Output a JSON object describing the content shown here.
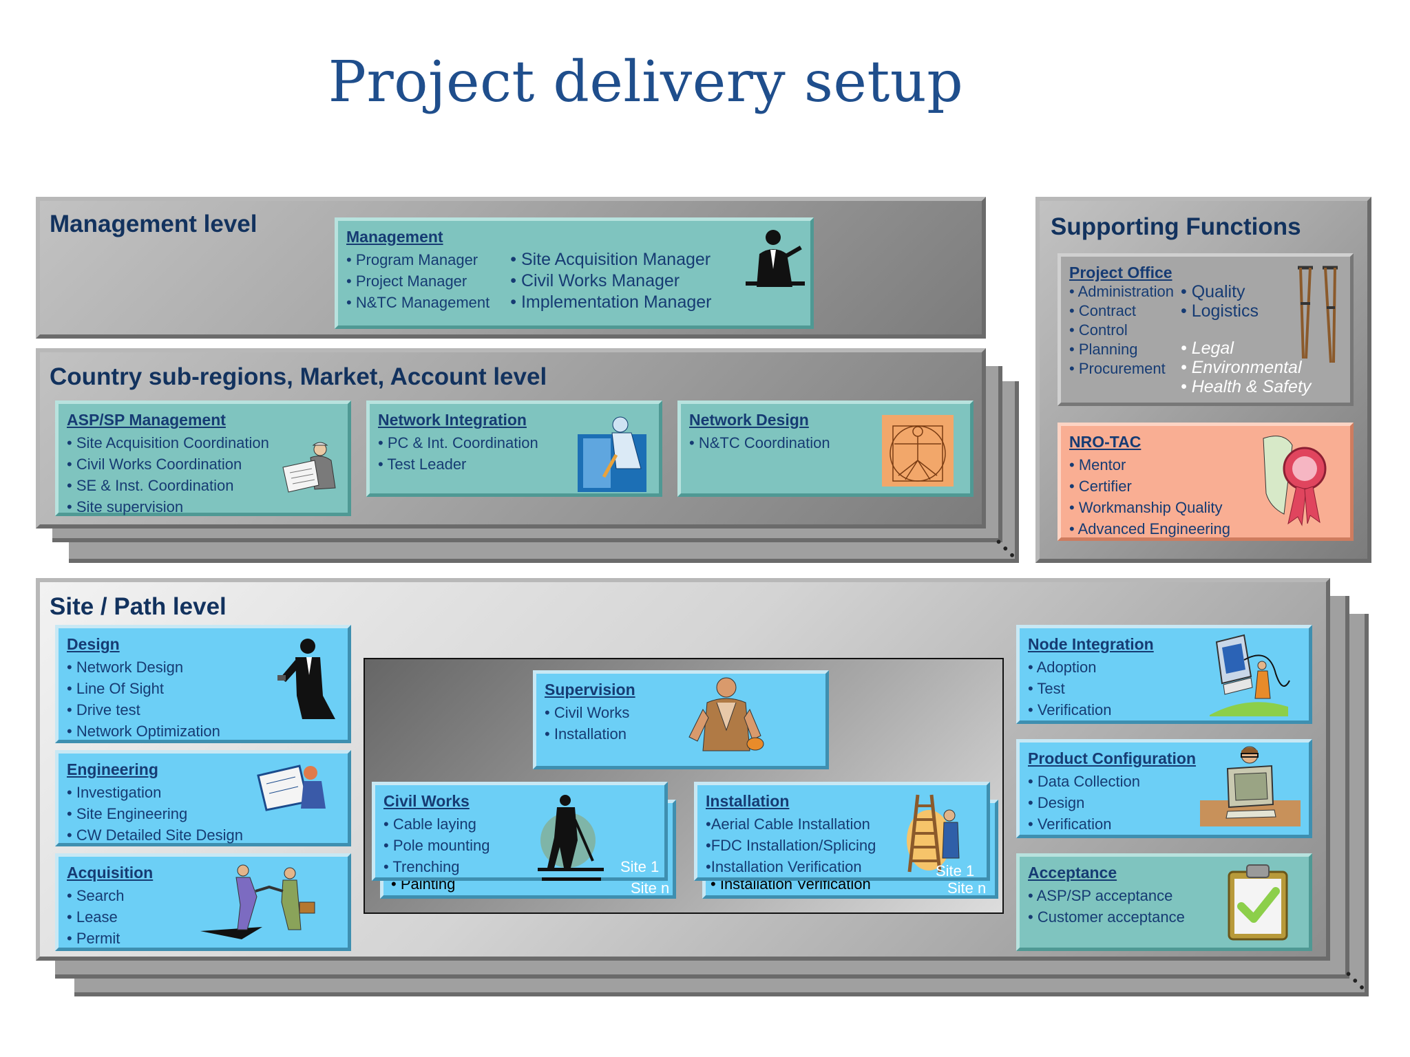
{
  "title": "Project delivery setup",
  "management_level": {
    "heading": "Management level",
    "management_box": {
      "title": "Management",
      "left_items": [
        "Program Manager",
        "Project Manager",
        "N&TC Management"
      ],
      "right_items": [
        "Site Acquisition Manager",
        "Civil Works Manager",
        "Implementation Manager"
      ],
      "icon": "businessman-icon"
    }
  },
  "country_level": {
    "heading": "Country sub-regions, Market, Account level",
    "asp_box": {
      "title": "ASP/SP Management",
      "items": [
        "Site Acquisition Coordination",
        "Civil Works Coordination",
        "SE & Inst. Coordination",
        "Site supervision"
      ],
      "icon": "surveyor-icon"
    },
    "network_integration_box": {
      "title": "Network Integration",
      "items": [
        "PC & Int. Coordination",
        "Test Leader"
      ],
      "icon": "presenter-icon"
    },
    "network_design_box": {
      "title": "Network Design",
      "items": [
        "N&TC Coordination"
      ],
      "icon": "vitruvian-man-icon"
    }
  },
  "supporting_functions": {
    "heading": "Supporting Functions",
    "project_office": {
      "title": "Project Office",
      "left_items": [
        "Administration",
        "Contract",
        "Control",
        "Planning",
        "Procurement"
      ],
      "right_items": [
        "Quality",
        "Logistics"
      ],
      "italic_items": [
        "Legal",
        "Environmental",
        "Health & Safety"
      ],
      "icon": "crutches-icon"
    },
    "nro_tac": {
      "title": "NRO-TAC",
      "items": [
        "Mentor",
        "Certifier",
        "Workmanship Quality",
        "Advanced Engineering"
      ],
      "icon": "award-ribbon-icon"
    }
  },
  "site_level": {
    "heading": "Site / Path level",
    "design": {
      "title": "Design",
      "items": [
        "Network Design",
        "Line Of Sight",
        "Drive test",
        "Network Optimization"
      ],
      "icon": "phone-businessman-icon"
    },
    "engineering": {
      "title": "Engineering",
      "items": [
        "Investigation",
        "Site Engineering",
        "CW Detailed Site Design"
      ],
      "icon": "drafting-engineer-icon"
    },
    "acquisition": {
      "title": "Acquisition",
      "items": [
        "Search",
        "Lease",
        "Permit"
      ],
      "icon": "handshake-icon"
    },
    "supervision": {
      "title": "Supervision",
      "items": [
        "Civil Works",
        "Installation"
      ],
      "icon": "worker-icon"
    },
    "civil_works": {
      "title": "Civil Works",
      "items": [
        "Cable laying",
        "Pole mounting",
        "Trenching"
      ],
      "under_item": "Painting",
      "site_front": "Site 1",
      "site_back": "Site n",
      "icon": "digger-icon"
    },
    "installation": {
      "title": "Installation",
      "items": [
        "Aerial Cable Installation",
        "FDC Installation/Splicing",
        "Installation Verification"
      ],
      "under_item": "Installation Verification",
      "site_front": "Site 1",
      "site_back": "Site n",
      "icon": "ladder-icon"
    },
    "node_integration": {
      "title": "Node Integration",
      "items": [
        "Adoption",
        "Test",
        "Verification"
      ],
      "icon": "computer-network-icon"
    },
    "product_configuration": {
      "title": "Product Configuration",
      "items": [
        "Data Collection",
        "Design",
        "Verification"
      ],
      "icon": "computer-user-icon"
    },
    "acceptance": {
      "title": "Acceptance",
      "items": [
        "ASP/SP acceptance",
        "Customer acceptance"
      ],
      "icon": "clipboard-check-icon"
    }
  },
  "colors": {
    "title": "#1f4e8c",
    "heading": "#12325e",
    "teal_box": "#7fc4bf",
    "sky_box": "#6ccff6",
    "salmon_box": "#f9ae93",
    "grey_panel": "#a9a9a9"
  }
}
